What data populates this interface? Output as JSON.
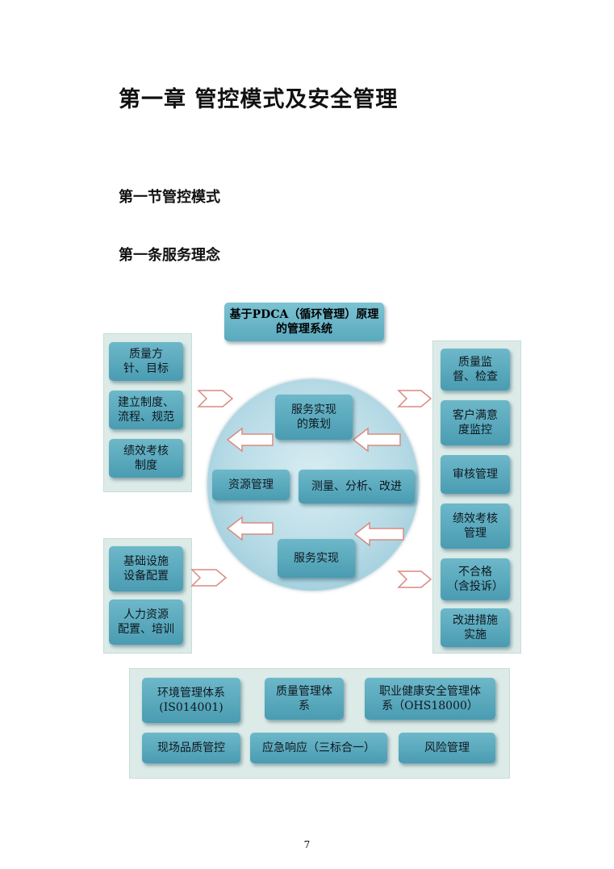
{
  "document": {
    "chapter_title": "第一章  管控模式及安全管理",
    "section_title": "第一节管控模式",
    "article_title": "第一条服务理念",
    "page_number": "7"
  },
  "diagram": {
    "top_title": "基于PDCA（循环管理）原理\n的管理系统",
    "left_top_items": [
      "质量方\n针、目标",
      "建立制度、\n流程、规范",
      "绩效考核\n制度"
    ],
    "left_bottom_items": [
      "基础设施\n设备配置",
      "人力资源\n配置、培训"
    ],
    "center_items": {
      "plan": "服务实现\n的策划",
      "resource": "资源管理",
      "measure": "测量、分析、改进",
      "realize": "服务实现"
    },
    "right_items": [
      "质量监\n督、检查",
      "客户满意\n度监控",
      "审核管理",
      "绩效考核\n管理",
      "不合格\n（含投诉）",
      "改进措施\n实施"
    ],
    "bottom_items": {
      "env": "环境管理体系\n(IS014001)",
      "quality": "质量管理体\n系",
      "ohs": "职业健康安全管理体\n系（OHS18000）",
      "site": "现场品质管控",
      "emergency": "应急响应（三标合一）",
      "risk": "风险管理"
    },
    "colors": {
      "box": "#5aa9bd",
      "panel": "#dcebe8",
      "circle": "#b7dbe6"
    }
  }
}
